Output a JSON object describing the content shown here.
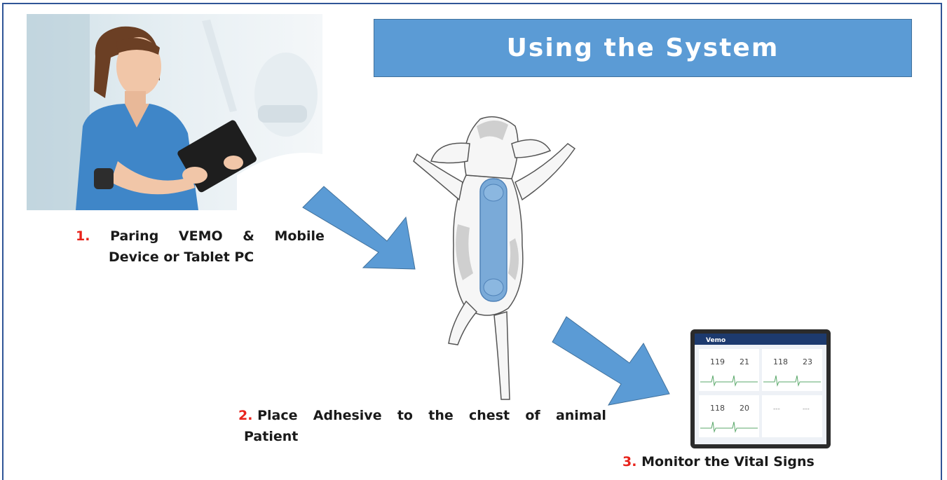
{
  "title": "Using the System",
  "steps": [
    {
      "number": "1.",
      "line1_words": [
        "Paring",
        "VEMO",
        "&",
        "Mobile"
      ],
      "line2": "Device or Tablet PC"
    },
    {
      "number": "2.",
      "line1_words": [
        "Place",
        "Adhesive",
        "to",
        "the",
        "chest",
        "of",
        "animal"
      ],
      "line2": "Patient"
    },
    {
      "number": "3.",
      "text": "Monitor the Vital Signs"
    }
  ],
  "tablet_app": {
    "brand": "Vemo",
    "panels": [
      {
        "heart": "119",
        "breath": "21"
      },
      {
        "heart": "118",
        "breath": "23"
      },
      {
        "heart": "118",
        "breath": "20"
      },
      {
        "heart": "---",
        "breath": "---"
      }
    ]
  },
  "colors": {
    "banner": "#5b9bd5",
    "step_number": "#e8231b",
    "arrow": "#5b9bd5",
    "device": "#7aaad8"
  }
}
